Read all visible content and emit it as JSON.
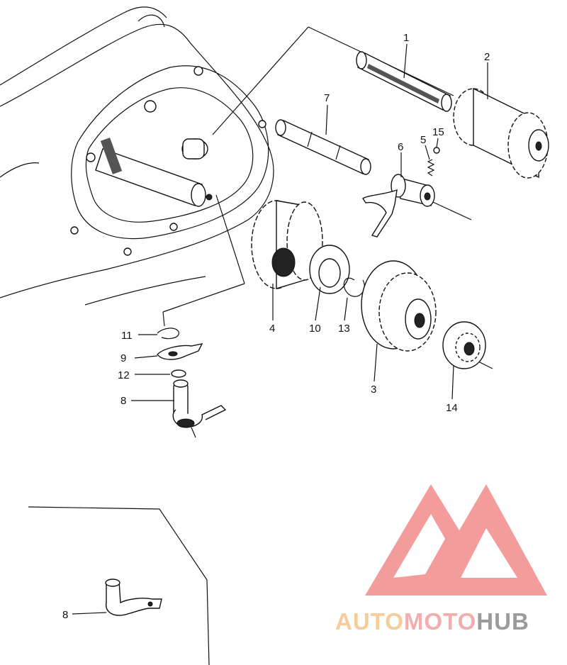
{
  "callouts": {
    "c1": "1",
    "c2": "2",
    "c3": "3",
    "c4": "4",
    "c5": "5",
    "c6": "6",
    "c7": "7",
    "c8_top": "8",
    "c8_bottom": "8",
    "c9": "9",
    "c10": "10",
    "c11": "11",
    "c12": "12",
    "c13": "13",
    "c14": "14",
    "c15": "15"
  },
  "watermark": {
    "part1": "AUTO",
    "part2": "MOTO",
    "part3": "HUB",
    "color_auto": "#f5c48a",
    "color_moto": "#f0a0a0",
    "color_hub": "#8a8a8a",
    "triangle_color": "#f28b8b"
  }
}
